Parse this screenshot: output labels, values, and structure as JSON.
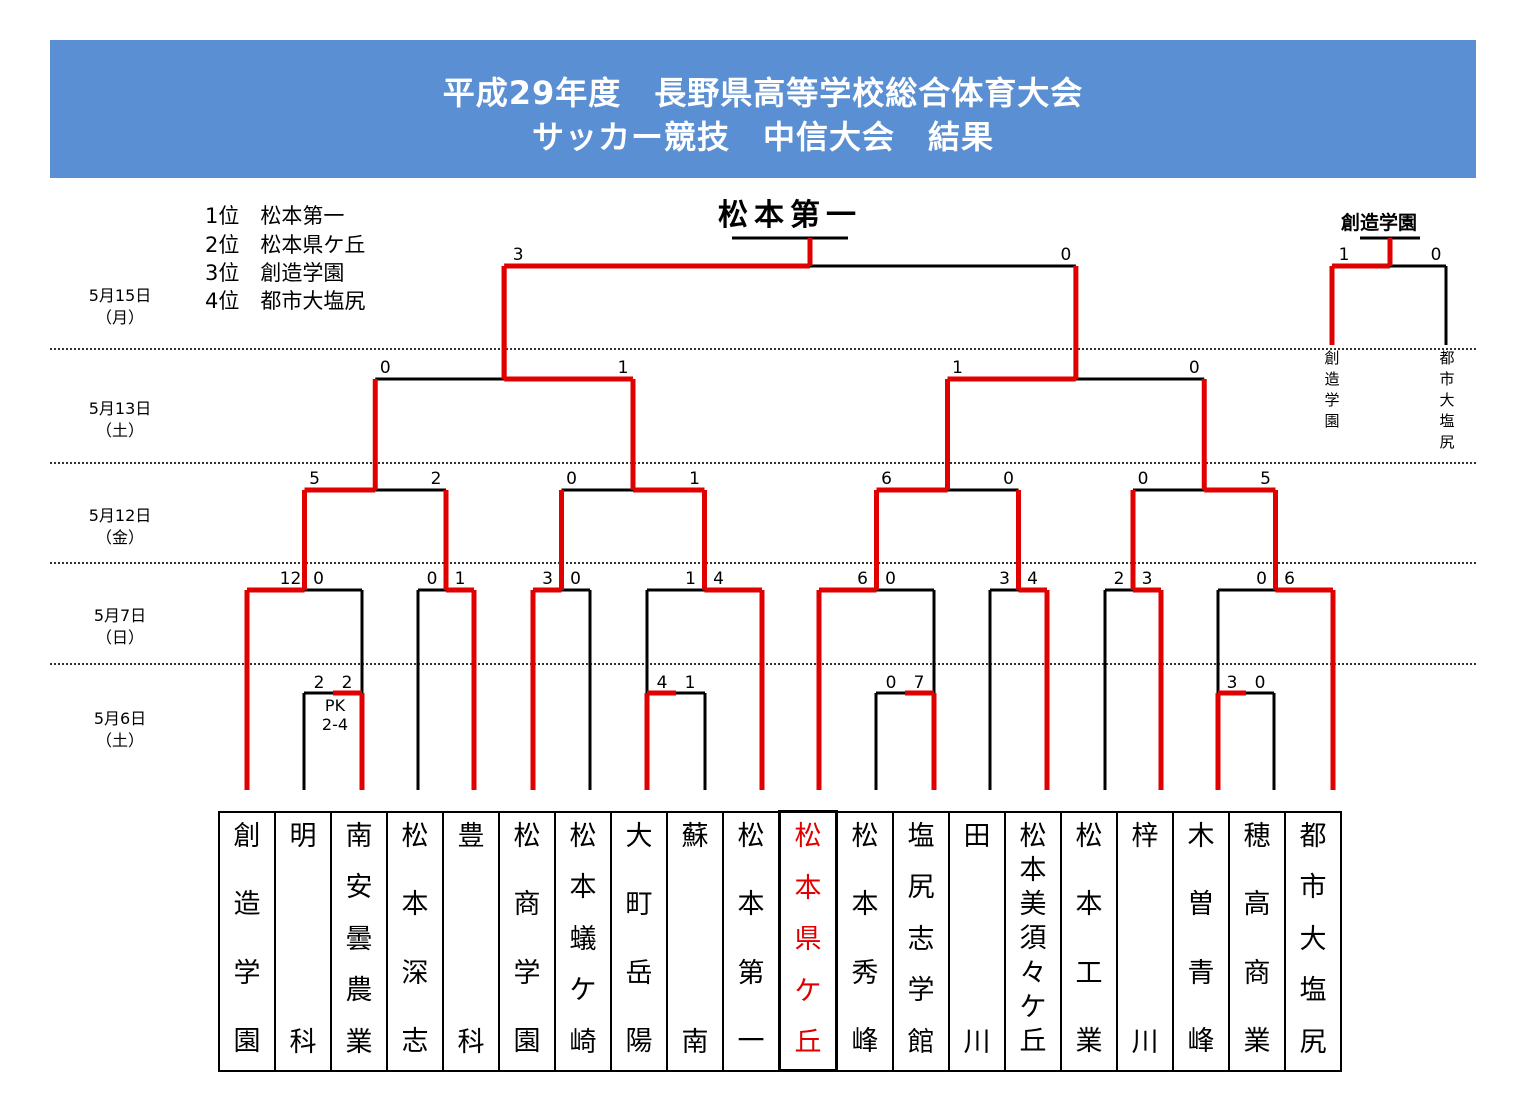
{
  "title": {
    "line1": "平成29年度　長野県高等学校総合体育大会",
    "line2": "サッカー競技　中信大会　結果"
  },
  "rankings": [
    "1位　松本第一",
    "2位　松本県ケ丘",
    "3位　創造学園",
    "4位　都市大塩尻"
  ],
  "dates": [
    {
      "date": "5月15日",
      "day": "（月）"
    },
    {
      "date": "5月13日",
      "day": "（土）"
    },
    {
      "date": "5月12日",
      "day": "（金）"
    },
    {
      "date": "5月7日",
      "day": "（日）"
    },
    {
      "date": "5月6日",
      "day": "（土）"
    }
  ],
  "champion": "松本第一",
  "third_place": {
    "winner": "創造学園",
    "score_left": "1",
    "score_right": "0",
    "left_team": "創造学園",
    "right_team": "都市大塩尻"
  },
  "pk_note": {
    "label": "PK",
    "score": "2-4"
  },
  "teams": [
    {
      "name": "創造学園",
      "chars": [
        "創",
        "造",
        "学",
        "園"
      ]
    },
    {
      "name": "明科",
      "chars": [
        "明",
        "科"
      ]
    },
    {
      "name": "南安曇農業",
      "chars": [
        "南",
        "安",
        "曇",
        "農",
        "業"
      ]
    },
    {
      "name": "松本深志",
      "chars": [
        "松",
        "本",
        "深",
        "志"
      ]
    },
    {
      "name": "豊科",
      "chars": [
        "豊",
        "科"
      ]
    },
    {
      "name": "松商学園",
      "chars": [
        "松",
        "商",
        "学",
        "園"
      ]
    },
    {
      "name": "松本蟻ケ崎",
      "chars": [
        "松",
        "本",
        "蟻",
        "ケ",
        "崎"
      ]
    },
    {
      "name": "大町岳陽",
      "chars": [
        "大",
        "町",
        "岳",
        "陽"
      ]
    },
    {
      "name": "蘇南",
      "chars": [
        "蘇",
        "南"
      ]
    },
    {
      "name": "松本第一",
      "chars": [
        "松",
        "本",
        "第",
        "一"
      ]
    },
    {
      "name": "松本県ケ丘",
      "chars": [
        "松",
        "本",
        "県",
        "ケ",
        "丘"
      ],
      "highlight": true
    },
    {
      "name": "松本秀峰",
      "chars": [
        "松",
        "本",
        "秀",
        "峰"
      ]
    },
    {
      "name": "塩尻志学館",
      "chars": [
        "塩",
        "尻",
        "志",
        "学",
        "館"
      ]
    },
    {
      "name": "田川",
      "chars": [
        "田",
        "川"
      ]
    },
    {
      "name": "松本美須々ケ丘",
      "chars": [
        "松",
        "本",
        "美",
        "須",
        "々",
        "ケ",
        "丘"
      ]
    },
    {
      "name": "松本工業",
      "chars": [
        "松",
        "本",
        "工",
        "業"
      ]
    },
    {
      "name": "梓川",
      "chars": [
        "梓",
        "川"
      ]
    },
    {
      "name": "木曽青峰",
      "chars": [
        "木",
        "曽",
        "青",
        "峰"
      ]
    },
    {
      "name": "穂高商業",
      "chars": [
        "穂",
        "高",
        "商",
        "業"
      ]
    },
    {
      "name": "都市大塩尻",
      "chars": [
        "都",
        "市",
        "大",
        "塩",
        "尻"
      ]
    }
  ],
  "colors": {
    "banner": "#5b8fd4",
    "winner_line": "#e00000",
    "loser_line": "#000000"
  },
  "scores": {
    "final": [
      "3",
      "0"
    ],
    "semi": [
      "0",
      "1",
      "1",
      "0"
    ],
    "qf": [
      "5",
      "2",
      "0",
      "1",
      "6",
      "0",
      "0",
      "5"
    ],
    "r16": [
      "12",
      "0",
      "0",
      "1",
      "3",
      "0",
      "1",
      "4",
      "6",
      "0",
      "3",
      "4",
      "2",
      "3",
      "0",
      "6"
    ],
    "r1": [
      "2",
      "2",
      "4",
      "1",
      "0",
      "7",
      "3",
      "0"
    ]
  }
}
